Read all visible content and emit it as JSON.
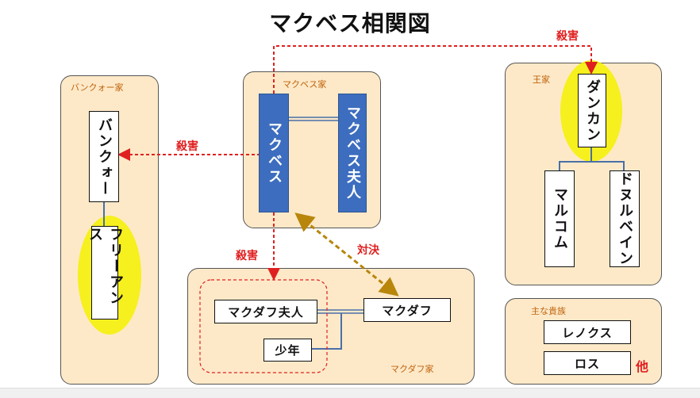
{
  "title": "マクベス相関図",
  "families": {
    "banquo": "バンクォー家",
    "macbeth": "マクベス家",
    "royal": "王家",
    "macduff": "マクダフ家",
    "nobles": "主な貴族"
  },
  "people": {
    "banquo": "バンクォー",
    "fleance": "フリーアンス",
    "macbeth": "マクベス",
    "lady_macbeth": "マクベス夫人",
    "duncan": "ダンカン",
    "malcolm": "マルコム",
    "donalbain": "ドヌルベイン",
    "lady_macduff": "マクダフ夫人",
    "macduff": "マクダフ",
    "boy": "少年",
    "lennox": "レノクス",
    "ross": "ロス"
  },
  "relations": {
    "kill_duncan": "殺害",
    "kill_banquo": "殺害",
    "kill_macduff_family": "殺害",
    "duel": "対決"
  },
  "others": "他",
  "colors": {
    "kill": "#e02020",
    "duel": "#b8860b",
    "macbeth_box": "#3d6dbf",
    "family_bg": "#fde9c8",
    "highlight": "#f5f100"
  }
}
